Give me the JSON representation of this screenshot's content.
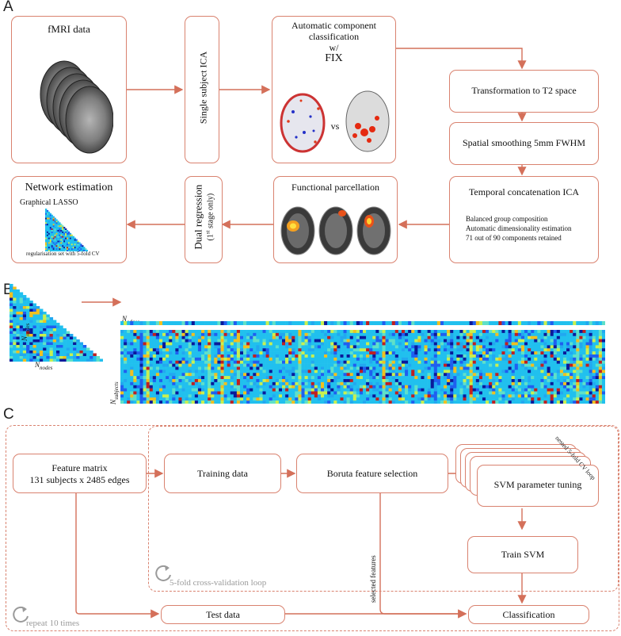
{
  "panels": {
    "a": "A",
    "b": "B",
    "c": "C"
  },
  "panel_a": {
    "fmri": "fMRI data",
    "ica": "Single subject ICA",
    "fix_1": "Automatic component",
    "fix_2": "classification",
    "fix_3": "w/",
    "fix_4": "FIX",
    "vs": "vs",
    "t2": "Transformation to T2 space",
    "smooth": "Spatial smoothing 5mm FWHM",
    "tc_title": "Temporal concatenation ICA",
    "tc_1": "Balanced group composition",
    "tc_2": "Automatic dimensionality estimation",
    "tc_3": "71 out of 90 components retained",
    "parcel": "Functional parcellation",
    "dual_1": "Dual regression",
    "dual_2a": "(1",
    "dual_2b": "st",
    "dual_2c": " stage only)",
    "net_title": "Network estimation",
    "net_sub": "Graphical LASSO",
    "net_note": "regularisation set with 5-fold  CV"
  },
  "panel_b": {
    "n_nodes_v": "N",
    "n_nodes_sub": "nodes",
    "n_nodes_h": "N",
    "n_edges": "N",
    "n_edges_sub": "edges",
    "n_subjects": "N",
    "n_subjects_sub": "subjects"
  },
  "panel_c": {
    "fm_1": "Feature matrix",
    "fm_2": "131 subjects x 2485 edges",
    "training": "Training data",
    "boruta": "Boruta feature selection",
    "svm_tune": "SVM parameter tuning",
    "nested": "nested 5-fold CV loop",
    "train_svm": "Train SVM",
    "test": "Test data",
    "classification": "Classification",
    "selected": "selected features",
    "cv_loop": "5-fold cross-validation loop",
    "repeat": "repeat 10 times"
  },
  "colors": {
    "box_border": "#d9826f",
    "arrow": "#d4705a",
    "loop_text": "#9a9a9a"
  }
}
